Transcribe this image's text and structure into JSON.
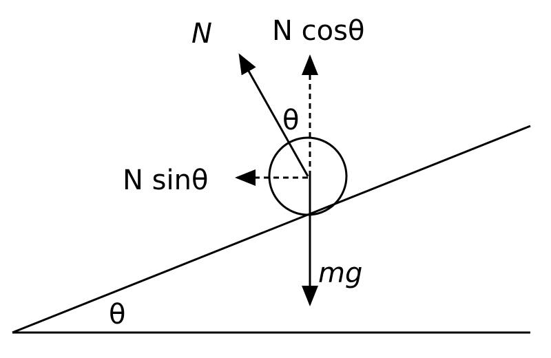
{
  "labels": {
    "normal_force": "N",
    "normal_vertical": "N cosθ",
    "normal_horizontal": "N sinθ",
    "weight": "mg",
    "angle_at_force": "θ",
    "incline_angle": "θ"
  },
  "colors": {
    "ink": "#000000",
    "background": "#ffffff"
  }
}
